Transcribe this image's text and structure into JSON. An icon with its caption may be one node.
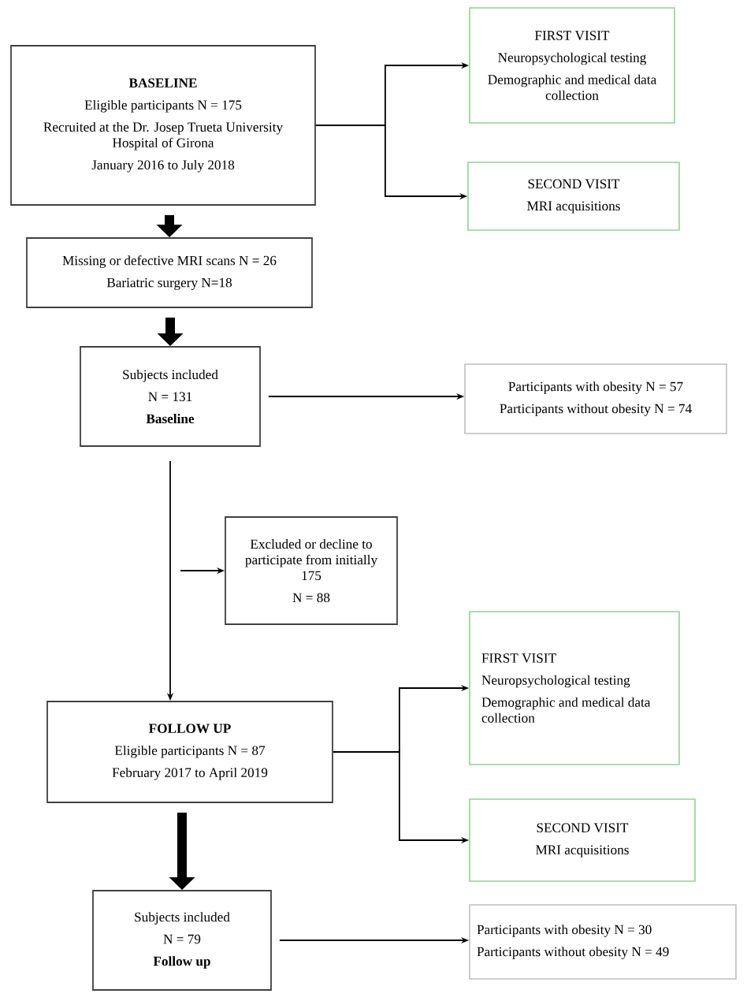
{
  "diagram": {
    "nodes": [
      {
        "text": [
          "BASELINE",
          "Eligible participants N = 175",
          "Recruited at the Dr. Josep Trueta University Hospital of Girona",
          "January 2016 to July 2018"
        ]
      },
      {
        "text": [
          "FIRST VISIT",
          "Neuropsychological testing",
          "Demographic and medical data collection"
        ]
      },
      {
        "text": [
          "SECOND VISIT",
          "MRI acquisitions"
        ]
      },
      {
        "text": [
          "Missing or defective MRI scans N = 26",
          "Bariatric surgery N=18"
        ]
      },
      {
        "text": [
          "Subjects included",
          "N = 131",
          "Baseline"
        ]
      },
      {
        "text": [
          "Participants with obesity N = 57",
          "Participants without obesity N = 74"
        ]
      },
      {
        "text": [
          "Excluded or decline to participate from initially 175",
          "N = 88"
        ]
      },
      {
        "text": [
          "FOLLOW UP",
          "Eligible participants N = 87",
          "February 2017 to April 2019"
        ]
      },
      {
        "text": [
          "FIRST VISIT",
          "Neuropsychological testing",
          "Demographic and medical data collection"
        ]
      },
      {
        "text": [
          "SECOND VISIT",
          "MRI acquisitions"
        ]
      },
      {
        "text": [
          "Subjects included",
          "N = 79",
          "Follow up"
        ]
      },
      {
        "text": [
          "Participants with obesity N = 30",
          "Participants without obesity N = 49"
        ]
      }
    ],
    "edges": [
      {
        "from": 0,
        "to": 1,
        "arrow": "to"
      },
      {
        "from": 0,
        "to": 2,
        "arrow": "to"
      },
      {
        "from": 0,
        "to": 3,
        "arrow": "to",
        "style": "thick"
      },
      {
        "from": 3,
        "to": 4,
        "arrow": "to",
        "style": "thick"
      },
      {
        "from": 4,
        "to": 5,
        "arrow": "to"
      },
      {
        "from": 4,
        "to": 7,
        "arrow": "to"
      },
      {
        "from": null,
        "to": 6,
        "arrow": "to"
      },
      {
        "from": 7,
        "to": 8,
        "arrow": "to"
      },
      {
        "from": 7,
        "to": 9,
        "arrow": "to"
      },
      {
        "from": 7,
        "to": 10,
        "arrow": "to",
        "style": "thick"
      },
      {
        "from": 10,
        "to": 11,
        "arrow": "to"
      }
    ]
  }
}
